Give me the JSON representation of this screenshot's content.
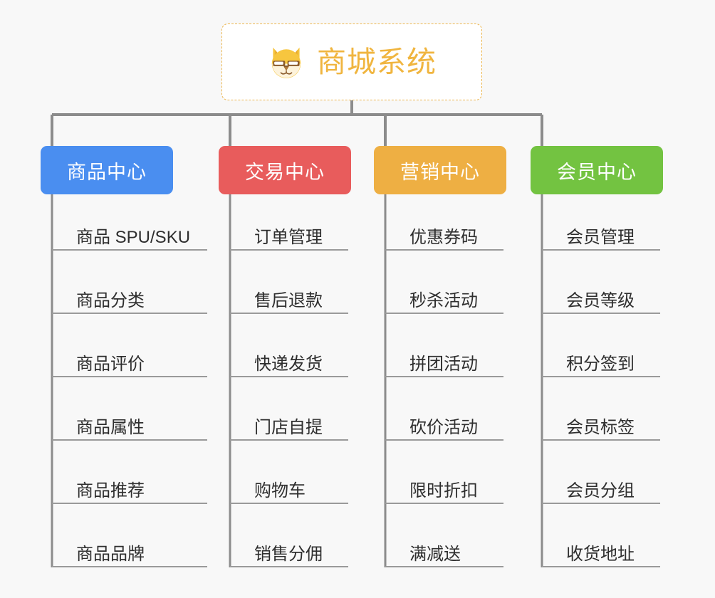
{
  "page": {
    "background_color": "#f8f8f8",
    "diagram_type": "mind-map"
  },
  "root": {
    "title": "商城系统",
    "icon": "shiba-dog-face-emoji",
    "text_color": "#f0b53f",
    "border_color": "#ecb64e",
    "border_style": "dashed",
    "fill_color": "#ffffff"
  },
  "connector_color": "#8c8c8c",
  "branches": [
    {
      "title": "商品中心",
      "color": "#4a8ef0",
      "leaves": [
        "商品 SPU/SKU",
        "商品分类",
        "商品评价",
        "商品属性",
        "商品推荐",
        "商品品牌"
      ]
    },
    {
      "title": "交易中心",
      "color": "#e85c5c",
      "leaves": [
        "订单管理",
        "售后退款",
        "快递发货",
        "门店自提",
        "购物车",
        "销售分佣"
      ]
    },
    {
      "title": "营销中心",
      "color": "#eeaf43",
      "leaves": [
        "优惠券码",
        "秒杀活动",
        "拼团活动",
        "砍价活动",
        "限时折扣",
        "满减送"
      ]
    },
    {
      "title": "会员中心",
      "color": "#73c341",
      "leaves": [
        "会员管理",
        "会员等级",
        "积分签到",
        "会员标签",
        "会员分组",
        "收货地址"
      ]
    }
  ]
}
